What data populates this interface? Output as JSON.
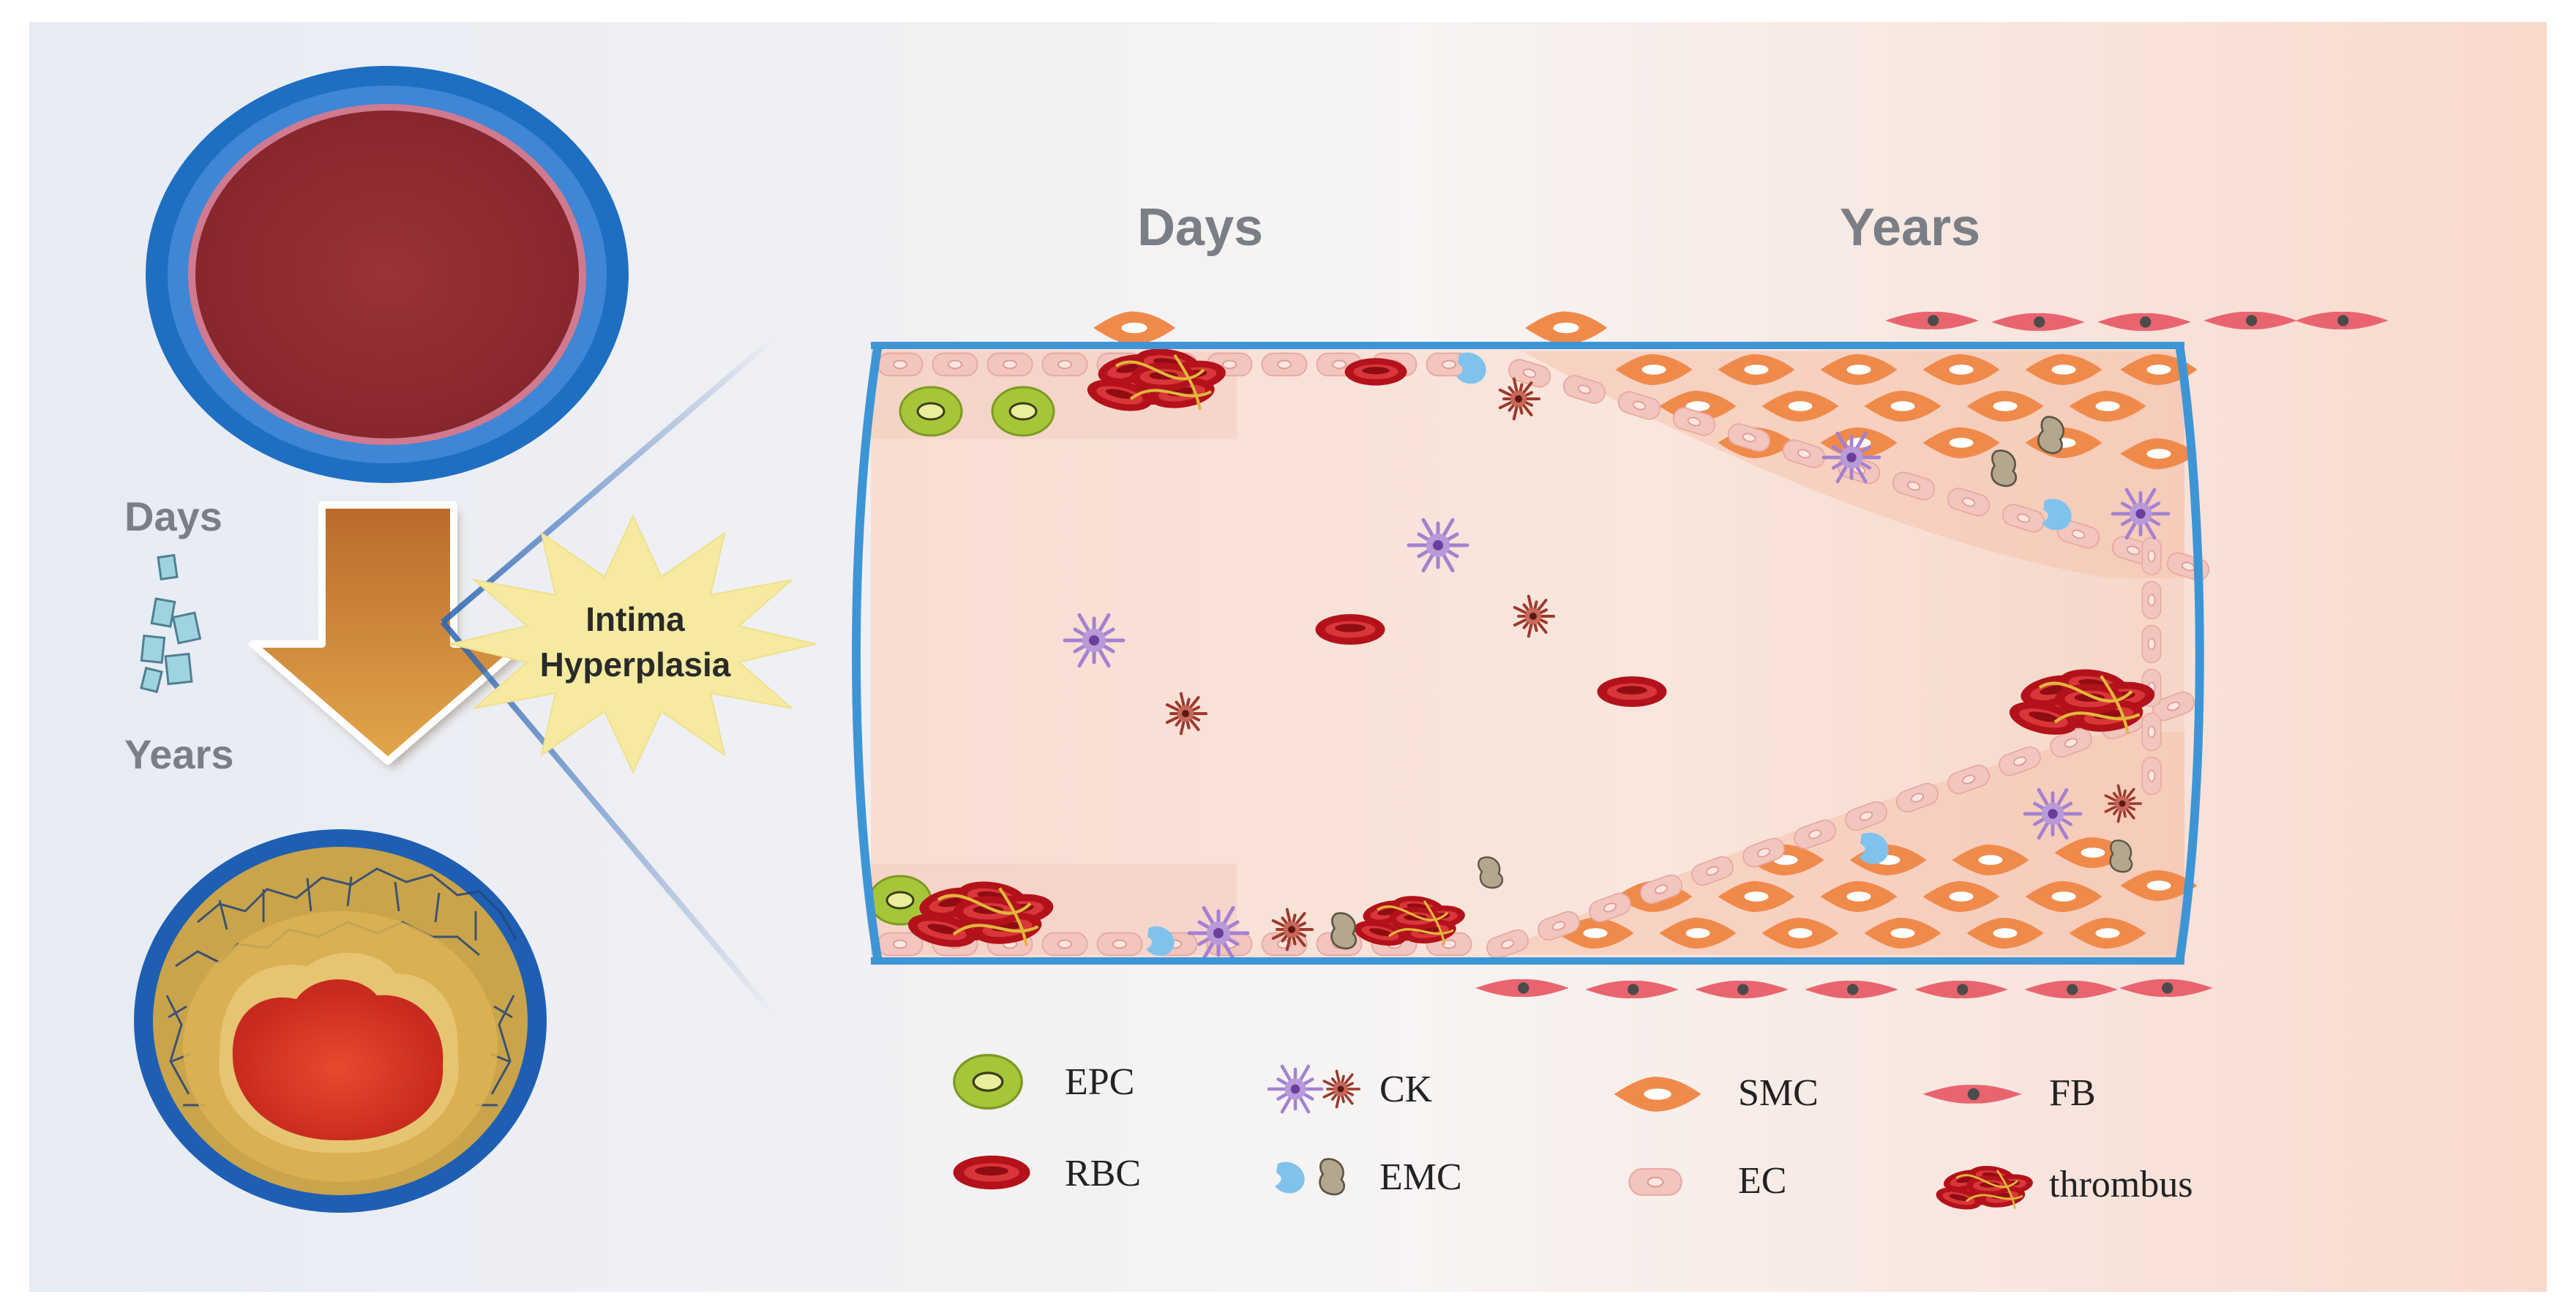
{
  "labels": {
    "days_left": "Days",
    "years_left": "Years",
    "days_top": "Days",
    "years_top": "Years",
    "burst_line1": "Intima",
    "burst_line2": "Hyperplasia"
  },
  "legend": {
    "epc": "EPC",
    "rbc": "RBC",
    "ck": "CK",
    "emc": "EMC",
    "smc": "SMC",
    "ec": "EC",
    "fb": "FB",
    "thrombus": "thrombus"
  },
  "colors": {
    "vessel_wall": "#1f73c4",
    "lumen_blood": "#8f2f34",
    "rbc": "#c0161c",
    "smc": "#f08a4b",
    "ec": "#f2c5be",
    "fb": "#e8656f",
    "epc": "#a6c63a",
    "emc_blue": "#7fc3ec",
    "emc_gray": "#b3a88e",
    "ck_purple": "#9b74c4",
    "ck_brown": "#a3473a",
    "plaque": "#d4a93a",
    "arrow": "#c9843a",
    "burst": "#f7eca0"
  }
}
